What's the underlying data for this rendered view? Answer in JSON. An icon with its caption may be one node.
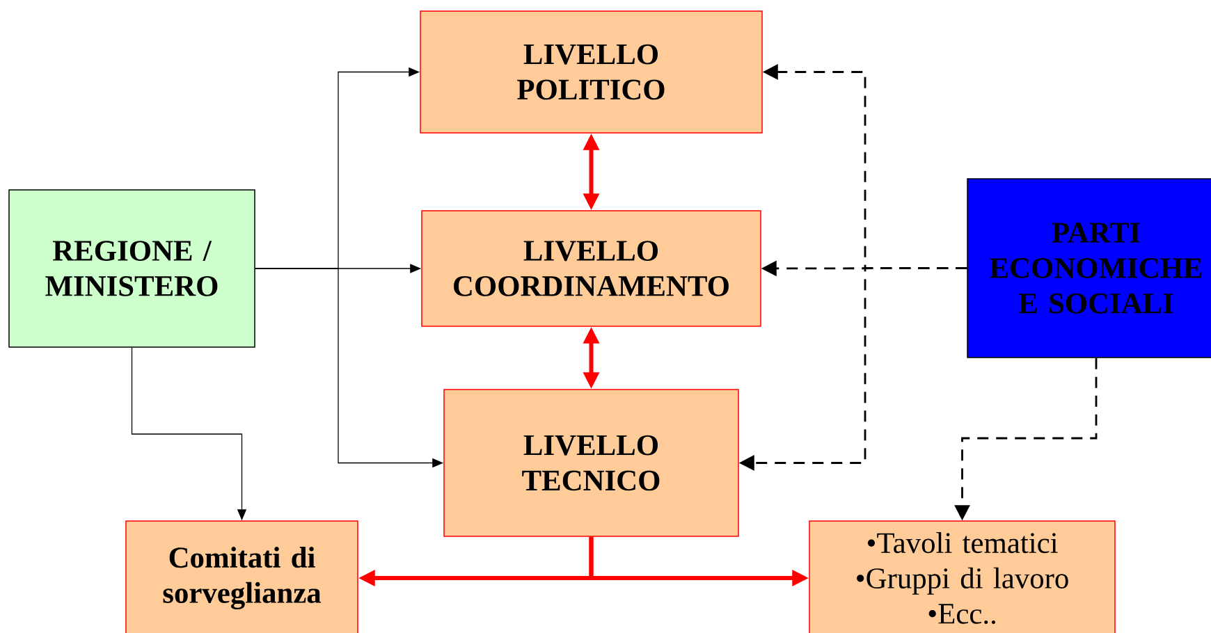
{
  "diagram": {
    "nodes": [
      {
        "text": [
          "LIVELLO POLITICO"
        ]
      },
      {
        "text": [
          "REGIONE / MINISTERO"
        ]
      },
      {
        "text": [
          "LIVELLO COORDINAMENTO"
        ]
      },
      {
        "text": [
          "PARTI ECONOMICHE E SOCIALI"
        ]
      },
      {
        "text": [
          "LIVELLO TECNICO"
        ]
      },
      {
        "text": [
          "Comitati di sorveglianza"
        ]
      },
      {
        "text": [
          "•Tavoli tematici",
          "•Gruppi di lavoro",
          "•Ecc.."
        ]
      }
    ],
    "edges": [
      {
        "from": 1,
        "to": 0,
        "arrow": "to"
      },
      {
        "from": 1,
        "to": 2,
        "arrow": "to"
      },
      {
        "from": 1,
        "to": 4,
        "arrow": "to"
      },
      {
        "from": 1,
        "to": 5,
        "arrow": "to"
      },
      {
        "from": 0,
        "to": 2,
        "arrow": "both",
        "style": "thick",
        "color": "#ff0000"
      },
      {
        "from": 2,
        "to": 4,
        "arrow": "both",
        "style": "thick",
        "color": "#ff0000"
      },
      {
        "from": 4,
        "to": 5,
        "arrow": "to",
        "style": "thick",
        "color": "#ff0000"
      },
      {
        "from": 4,
        "to": 6,
        "arrow": "to",
        "style": "thick",
        "color": "#ff0000"
      },
      {
        "from": 3,
        "to": 0,
        "arrow": "to",
        "style": "dashed"
      },
      {
        "from": 3,
        "to": 2,
        "arrow": "to",
        "style": "dashed"
      },
      {
        "from": 3,
        "to": 4,
        "arrow": "to",
        "style": "dashed"
      },
      {
        "from": 3,
        "to": 6,
        "arrow": "to",
        "style": "dashed"
      }
    ]
  }
}
